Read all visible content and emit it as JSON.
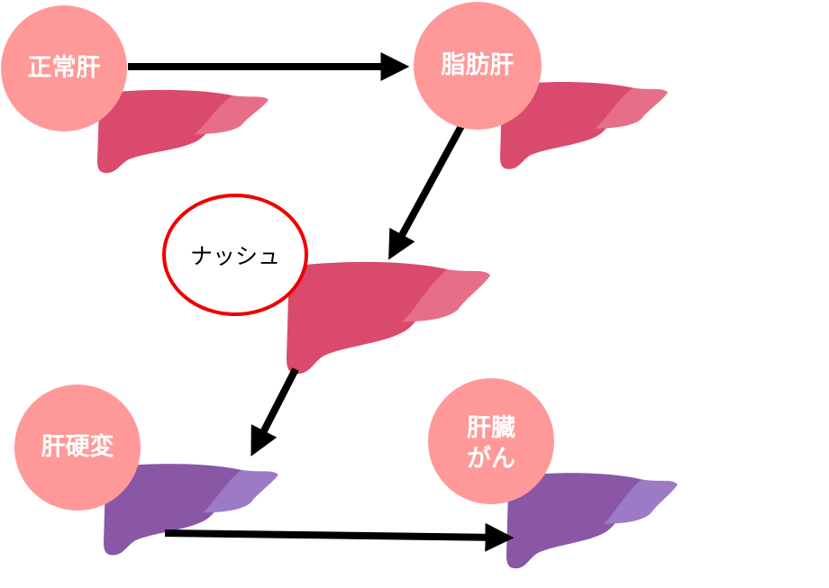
{
  "stages": {
    "normal": "正常肝",
    "fatty": "脂肪肝",
    "nash": "ナッシュ",
    "cirrhosis": "肝硬変",
    "cancer_line1": "肝臓",
    "cancer_line2": "がん"
  },
  "colors": {
    "circle": "#FF9999",
    "liver_pink_dark": "#DA4A6C",
    "liver_pink_light": "#E66F87",
    "liver_purple_dark": "#8A57A6",
    "liver_purple_light": "#9C7AC6",
    "nash_ring": "#EE0000",
    "arrow": "#000000"
  }
}
